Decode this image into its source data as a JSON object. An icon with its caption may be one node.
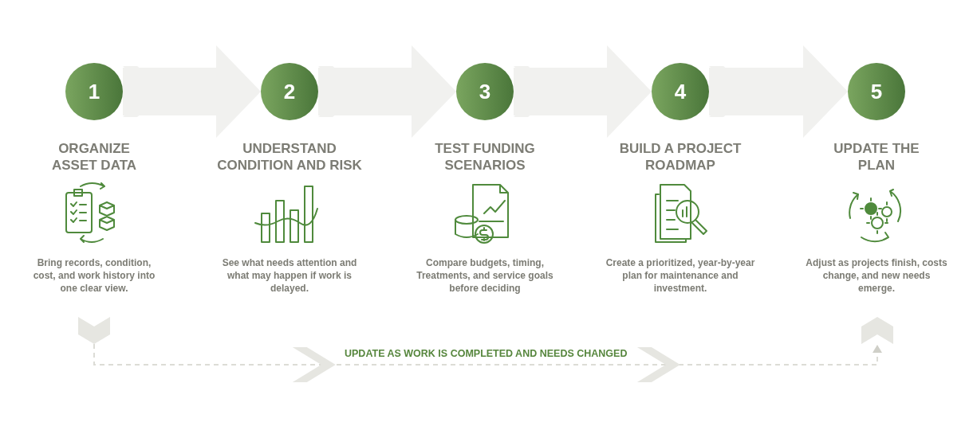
{
  "diagram": {
    "nodes": [
      {
        "text": [
          "1"
        ],
        "beside": [
          "ORGANIZE ASSET DATA"
        ]
      },
      {
        "text": [
          "2"
        ],
        "beside": [
          "UNDERSTAND CONDITION AND RISK"
        ]
      },
      {
        "text": [
          "3"
        ],
        "beside": [
          "TEST FUNDING SCENARIOS"
        ]
      },
      {
        "text": [
          "4"
        ],
        "beside": [
          "BUILD A PROJECT ROADMAP"
        ]
      },
      {
        "text": [
          "5"
        ],
        "beside": [
          "UPDATE THE PLAN"
        ]
      },
      {
        "text": [],
        "shape": "chevron"
      },
      {
        "text": [],
        "shape": "chevron"
      }
    ],
    "edges": [
      {
        "from": 0,
        "to": 1,
        "arrow": "to"
      },
      {
        "from": 1,
        "to": 2,
        "arrow": "to"
      },
      {
        "from": 2,
        "to": 3,
        "arrow": "to"
      },
      {
        "from": 3,
        "to": 4,
        "arrow": "to"
      },
      {
        "from": 5,
        "to": 6,
        "arrow": "to",
        "style": "dashed",
        "label": "UPDATE AS WORK IS COMPLETED AND NEEDS CHANGED"
      }
    ],
    "labels": [
      "Bring records, condition, cost, and work history into one clear view.",
      "See what needs attention and what may happen if work is delayed.",
      "Compare budgets, timing, Treatments, and service goals before deciding",
      "Create a prioritized, year-by-year plan for maintenance and investment.",
      "Adjust as projects finish, costs change, and new needs emerge."
    ]
  }
}
